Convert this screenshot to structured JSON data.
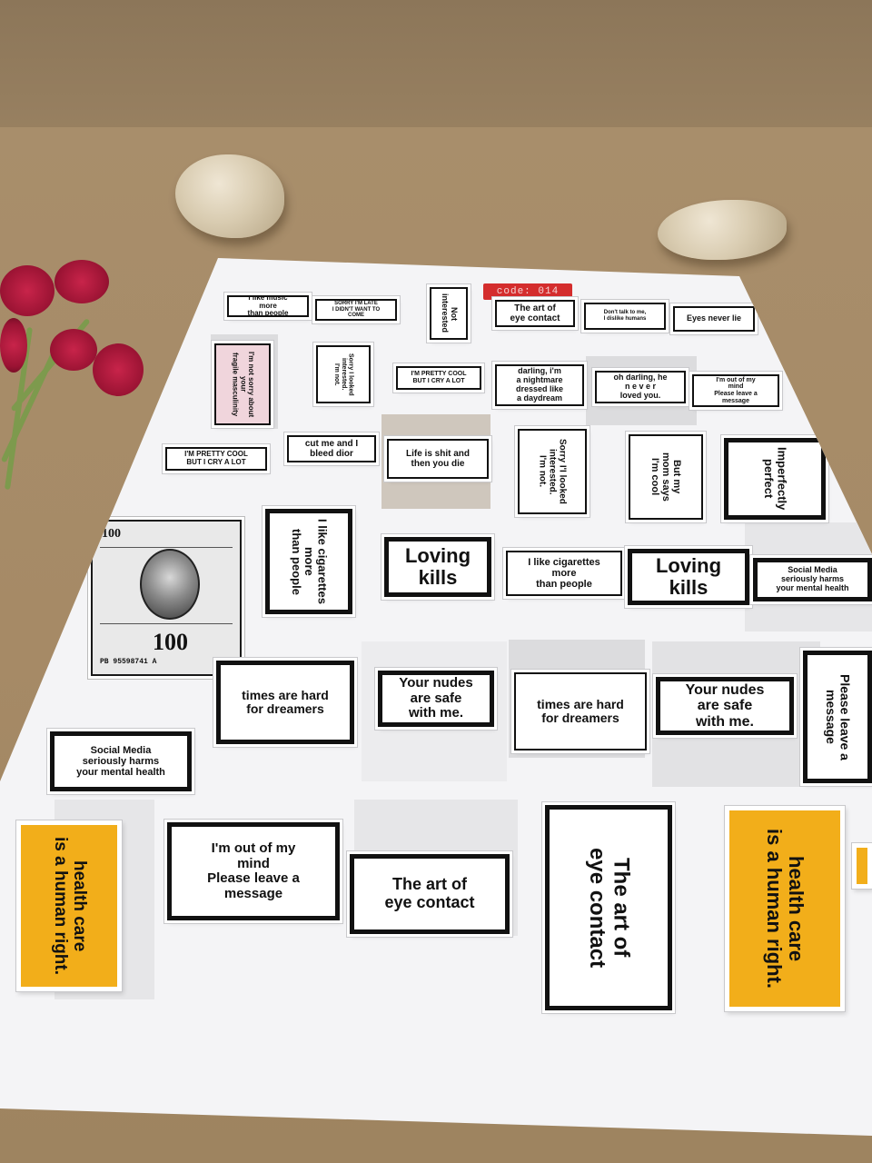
{
  "sheet": {
    "code_badge": "code: 014"
  },
  "stickers": {
    "s01": "I like music\nmore\nthan people",
    "s02": "SORRY I'M LATE\nI DIDN'T WANT TO\nCOME",
    "s03": "Not interested",
    "s04": "The art of\neye contact",
    "s05": "Don't talk to me,\nI dislike humans",
    "s06": "Eyes never lie",
    "s07": "I'm not sorry about your\nfragile masculinity",
    "s08": "Sorry I looked\ninterested.\nI'm not.",
    "s09": "I'M PRETTY COOL\nBUT I CRY A LOT",
    "s10": "darling, i'm\na nightmare\ndressed like\na daydream",
    "s11": "oh darling, he\nn e v e r\nloved you.",
    "s12": "I'm out of my\nmind\nPlease leave a\nmessage",
    "s13": "I'M PRETTY COOL\nBUT I CRY A LOT",
    "s14": "cut me and I\nbleed dior",
    "s15": "Life is shit and\nthen you die",
    "s16": "Sorry I'I looked\ninterested.\nI'm not.",
    "s17": "But my\nmom says\nI'm cool",
    "s18": "Imperfectly\nperfect",
    "s19": "I like cigarettes\nmore\nthan people",
    "s20": "Loving\nkills",
    "s21": "I like cigarettes\nmore\nthan people",
    "s22": "Loving\nkills",
    "s23": "Social Media\nseriously harms\nyour mental health",
    "s24": "times are hard\nfor dreamers",
    "s25": "Your nudes\nare safe\nwith me.",
    "s26": "times are hard\nfor dreamers",
    "s27": "Your nudes\nare safe\nwith me.",
    "s28": "Please leave a\nmessage",
    "s29": "Social Media\nseriously harms\nyour mental health",
    "s30": "health care\nis a human right.",
    "s31": "I'm out of my\nmind\nPlease leave a\nmessage",
    "s32": "The art of\neye contact",
    "s33": "The art of\neye contact",
    "s34": "health care\nis a human right."
  },
  "bill": {
    "denomination": "100",
    "serial": "PB 95598741 A"
  },
  "colors": {
    "paper": "#f4f4f6",
    "background": "#a58a66",
    "accent_yellow": "#f2ae1a",
    "badge_red": "#d42d2d",
    "flower_red": "#c8244a"
  }
}
